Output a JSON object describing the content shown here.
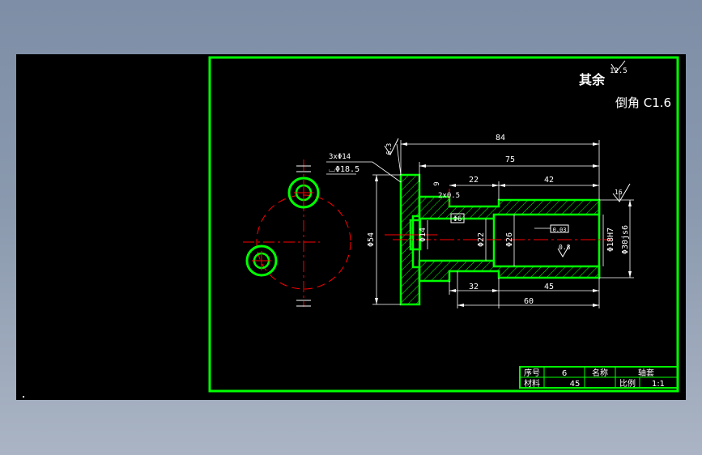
{
  "colors": {
    "background": "#000000",
    "frame": "#00ff00",
    "section": "#00ff00",
    "hatch": "#00ff00",
    "centerline": "#ff0000",
    "dimension": "#ffffff"
  },
  "notes": {
    "roughness_label": "其余",
    "roughness_value": "12.5",
    "chamfer_label": "倒角 C1.6"
  },
  "holes": {
    "callout": "3xΦ14",
    "counterbore": "⌴Φ18.5"
  },
  "dimensions": {
    "d84": "84",
    "d75": "75",
    "d22": "22",
    "d42": "42",
    "d32": "32",
    "d45": "45",
    "d60": "60",
    "d54": "Φ54",
    "d14": "Φ14",
    "d22_bore": "Φ22",
    "d26": "Φ26",
    "d18h7": "Φ18H7",
    "d30js6": "Φ30js6",
    "d6": "Φ6",
    "l9": "9",
    "chamfer_2x05": "2x0.5"
  },
  "surface_marks": {
    "r63": "6.3",
    "r16": "16",
    "r08": "0.8"
  },
  "tolerance_box": "0.03",
  "title_block": {
    "seq_label": "序号",
    "seq_value": "6",
    "name_label": "名称",
    "name_value": "轴套",
    "material_label": "材料",
    "material_value": "45",
    "scale_label": "比例",
    "scale_value": "1:1"
  }
}
